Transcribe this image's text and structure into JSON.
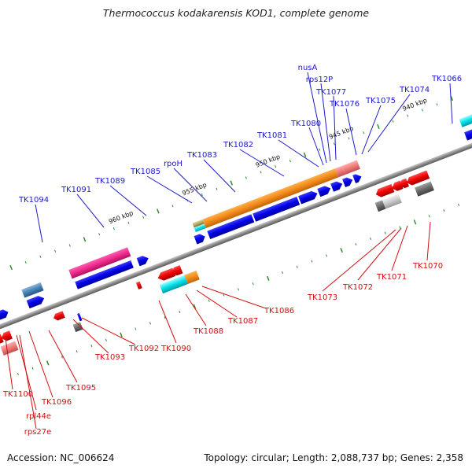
{
  "title": "Thermococcus kodakarensis KOD1, complete genome",
  "accession_label": "Accession: NC_006624",
  "summary_label": "Topology: circular; Length: 2,088,737 bp; Genes: 2,358",
  "colors": {
    "top_label": "#1a1acc",
    "bottom_label": "#d01010",
    "forward_gene": "#0000ee",
    "reverse_gene": "#ee0000",
    "ruler": "#888888",
    "tick": "#2e8b2e"
  },
  "kbp_ticks": [
    "940 kbp",
    "945 kbp",
    "950 kbp",
    "955 kbp",
    "960 kbp"
  ],
  "top_gene_labels": [
    "nusA",
    "rps12P",
    "TK1077",
    "TK1076",
    "TK1075",
    "TK1074",
    "TK1066",
    "TK1080",
    "TK1081",
    "TK1082",
    "TK1083",
    "rpoH",
    "TK1085",
    "TK1089",
    "TK1091",
    "TK1094"
  ],
  "bottom_gene_labels": [
    "TK1073",
    "TK1072",
    "TK1071",
    "TK1070",
    "TK1086",
    "TK1087",
    "TK1088",
    "TK1090",
    "TK1092",
    "TK1093",
    "TK1095",
    "TK1096",
    "TK1100",
    "rpl44e",
    "rps27e"
  ]
}
